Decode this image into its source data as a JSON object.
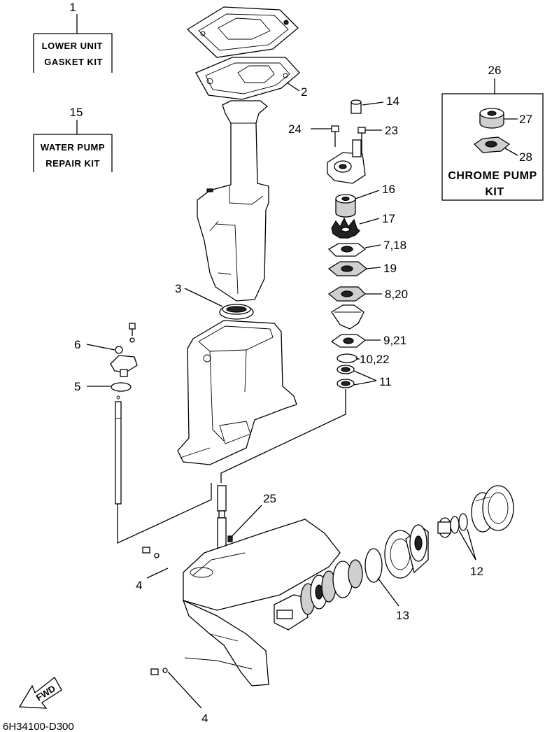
{
  "kits": {
    "lower_unit_gasket": {
      "ref": "1",
      "line1": "LOWER UNIT",
      "line2": "GASKET KIT"
    },
    "water_pump_repair": {
      "ref": "15",
      "line1": "WATER PUMP",
      "line2": "REPAIR KIT"
    },
    "chrome_pump": {
      "ref": "26",
      "line1": "CHROME PUMP",
      "line2": "KIT",
      "items": [
        "27",
        "28"
      ]
    }
  },
  "callouts": {
    "c2": "2",
    "c3": "3",
    "c4a": "4",
    "c4b": "4",
    "c5": "5",
    "c6": "6",
    "c7_18": "7,18",
    "c8_20": "8,20",
    "c9_21": "9,21",
    "c10_22": "10,22",
    "c11": "11",
    "c12": "12",
    "c13": "13",
    "c14": "14",
    "c16": "16",
    "c17": "17",
    "c19": "19",
    "c23": "23",
    "c24": "24",
    "c25": "25"
  },
  "fwd_label": "FWD",
  "diagram_code": "6H34100-D300"
}
